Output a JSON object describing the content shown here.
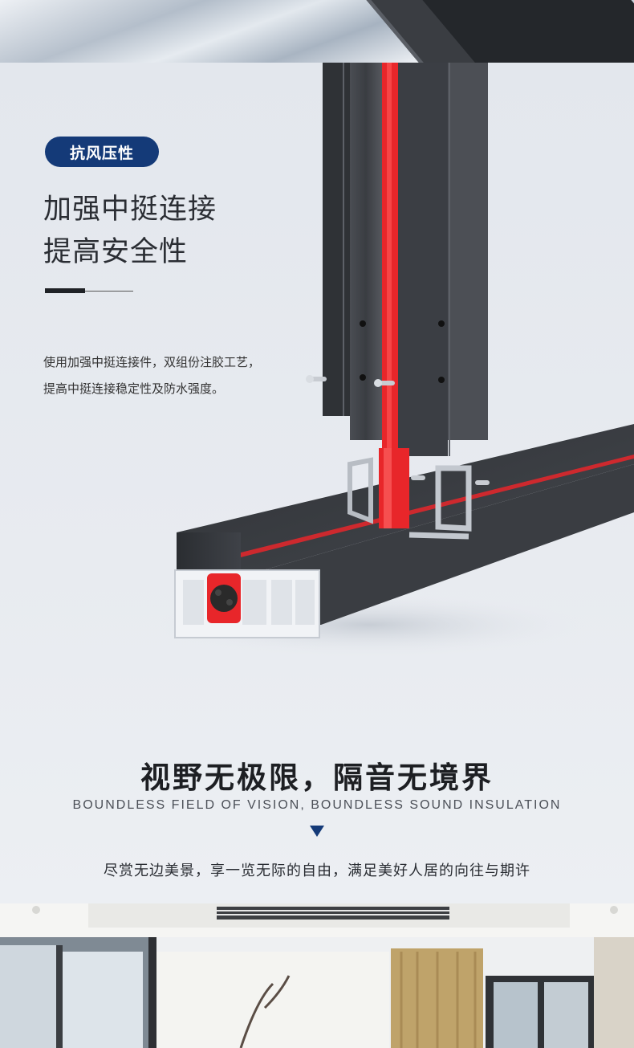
{
  "feature": {
    "badge": "抗风压性",
    "headline_line1": "加强中挺连接",
    "headline_line2": "提高安全性",
    "description_line1": "使用加强中挺连接件，双组份注胶工艺，",
    "description_line2": "提高中挺连接稳定性及防水强度。"
  },
  "vision": {
    "slogan": "视野无极限，隔音无境界",
    "slogan_en": "BOUNDLESS FIELD OF VISION, BOUNDLESS SOUND INSULATION",
    "subtitle": "尽赏无边美景，享一览无际的自由，满足美好人居的向往与期许"
  },
  "colors": {
    "accent": "#143a78",
    "profile_dark": "#3b3e44",
    "seal_red": "#e8262a"
  },
  "icons": {
    "arrow": "triangle-down-icon"
  }
}
